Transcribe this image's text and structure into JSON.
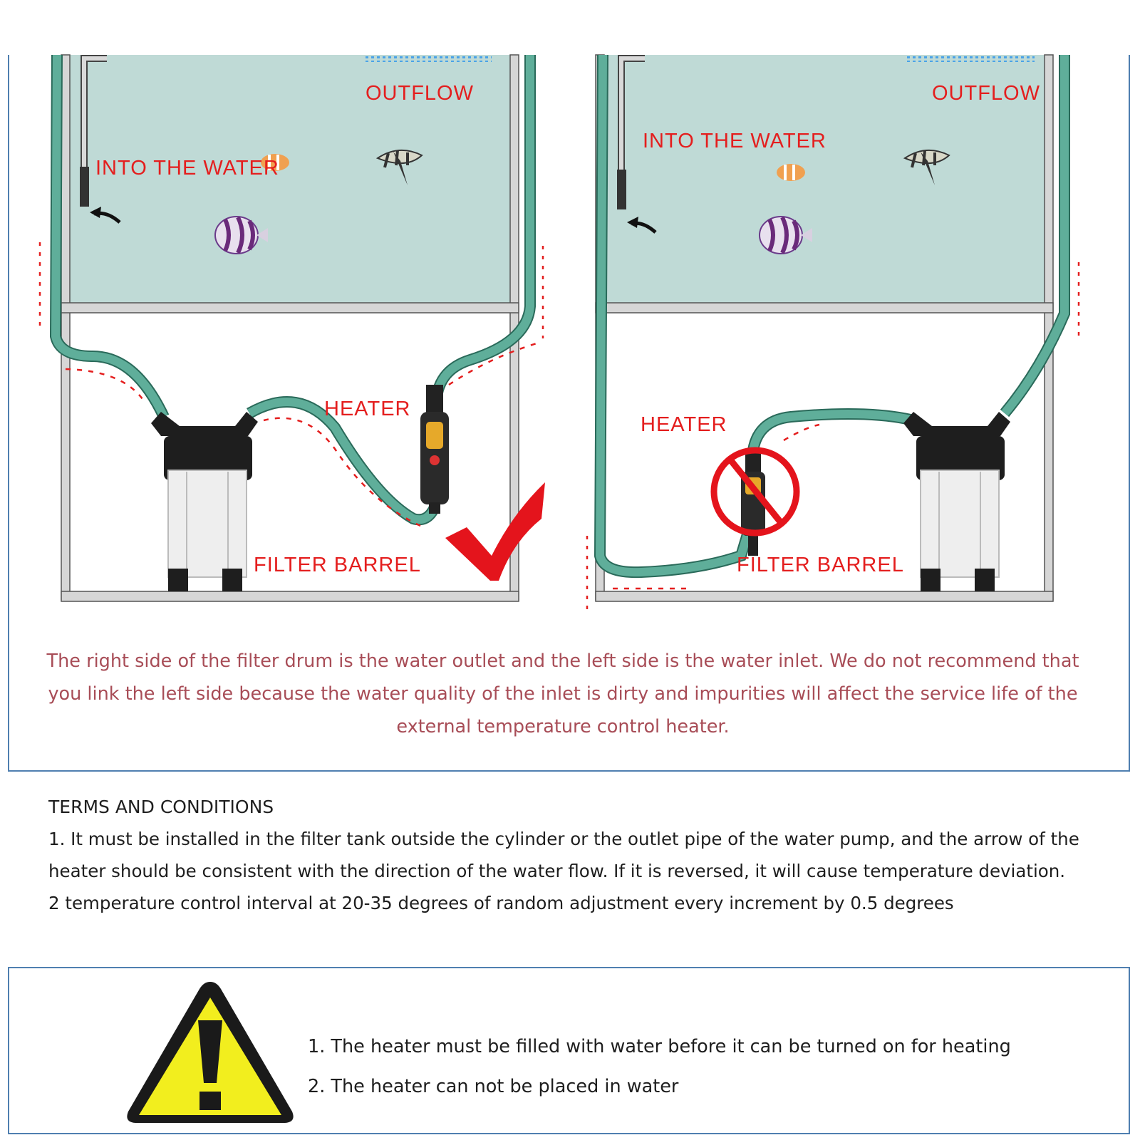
{
  "diagram": {
    "left": {
      "outflow": "OUTFLOW",
      "into_water": "INTO THE WATER",
      "heater": "HEATER",
      "filter_barrel": "FILTER BARREL"
    },
    "right": {
      "outflow": "OUTFLOW",
      "into_water": "INTO THE WATER",
      "heater": "HEATER",
      "filter_barrel": "FILTER BARREL"
    },
    "note": "The right side of the filter drum is the water outlet and the left side is the water inlet. We do not recommend that you link the left side because the water quality of the inlet is dirty and impurities will affect the service life of the external temperature control heater."
  },
  "terms": {
    "title": "TERMS AND CONDITIONS",
    "item1": "1. It must be installed in the filter tank outside the cylinder or the outlet pipe of the water pump, and the arrow of the heater should be consistent with the direction of the water flow. If it is reversed, it will cause temperature deviation.",
    "item2": "2 temperature control interval at 20-35 degrees of random adjustment every increment by 0.5 degrees"
  },
  "warnings": {
    "item1": "1. The heater must be filled with water before it can be turned on for heating",
    "item2": "2. The heater can not be placed in water"
  },
  "colors": {
    "water": "#bfdad6",
    "hose": "#5fae9a",
    "label_red": "#e41e1e",
    "note_text": "#a84d57",
    "border_blue": "#4f7fb0",
    "warning_yellow": "#f2ee1e"
  }
}
